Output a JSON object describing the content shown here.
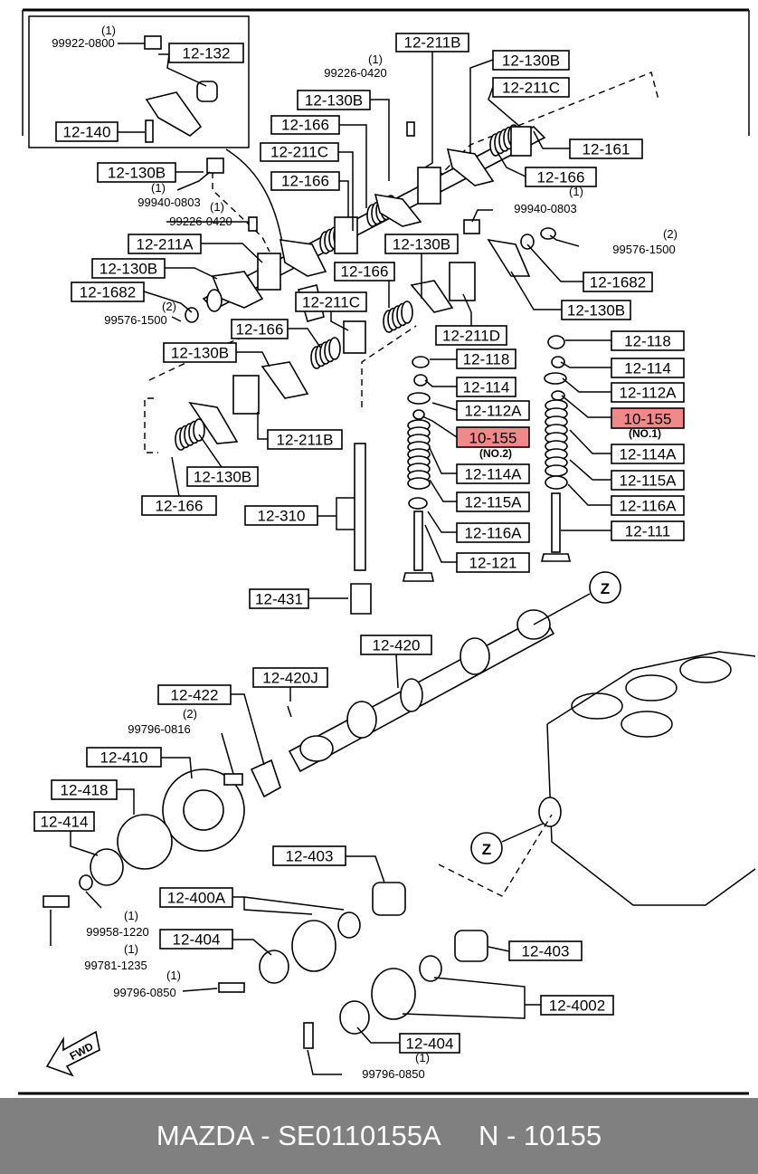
{
  "callouts": [
    {
      "id": "c1",
      "text": "12-132"
    },
    {
      "id": "c2",
      "text": "12-140"
    },
    {
      "id": "c3",
      "text": "12-130B"
    },
    {
      "id": "c4",
      "text": "12-211B"
    },
    {
      "id": "c5",
      "text": "12-130B"
    },
    {
      "id": "c6",
      "text": "12-211C"
    },
    {
      "id": "c7",
      "text": "12-130B"
    },
    {
      "id": "c8",
      "text": "12-166"
    },
    {
      "id": "c9",
      "text": "12-211C"
    },
    {
      "id": "c10",
      "text": "12-166"
    },
    {
      "id": "c11",
      "text": "12-161"
    },
    {
      "id": "c12",
      "text": "12-166"
    },
    {
      "id": "c13",
      "text": "12-211A"
    },
    {
      "id": "c14",
      "text": "12-130B"
    },
    {
      "id": "c15",
      "text": "12-1682"
    },
    {
      "id": "c16",
      "text": "12-130B"
    },
    {
      "id": "c17",
      "text": "12-166"
    },
    {
      "id": "c18",
      "text": "12-211C"
    },
    {
      "id": "c19",
      "text": "12-166"
    },
    {
      "id": "c20",
      "text": "12-1682"
    },
    {
      "id": "c21",
      "text": "12-130B"
    },
    {
      "id": "c22",
      "text": "12-211D"
    },
    {
      "id": "c23",
      "text": "12-130B"
    },
    {
      "id": "c24",
      "text": "12-118"
    },
    {
      "id": "c25",
      "text": "12-114"
    },
    {
      "id": "c26",
      "text": "12-112A"
    },
    {
      "id": "c27",
      "text": "10-155"
    },
    {
      "id": "c28",
      "text": "12-114A"
    },
    {
      "id": "c29",
      "text": "12-115A"
    },
    {
      "id": "c30",
      "text": "12-116A"
    },
    {
      "id": "c31",
      "text": "12-121"
    },
    {
      "id": "c32",
      "text": "12-118"
    },
    {
      "id": "c33",
      "text": "12-114"
    },
    {
      "id": "c34",
      "text": "12-112A"
    },
    {
      "id": "c35",
      "text": "10-155"
    },
    {
      "id": "c36",
      "text": "12-114A"
    },
    {
      "id": "c37",
      "text": "12-115A"
    },
    {
      "id": "c38",
      "text": "12-116A"
    },
    {
      "id": "c39",
      "text": "12-111"
    },
    {
      "id": "c40",
      "text": "12-211B"
    },
    {
      "id": "c41",
      "text": "12-130B"
    },
    {
      "id": "c42",
      "text": "12-166"
    },
    {
      "id": "c43",
      "text": "12-310"
    },
    {
      "id": "c44",
      "text": "12-431"
    },
    {
      "id": "c45",
      "text": "12-420"
    },
    {
      "id": "c46",
      "text": "12-420J"
    },
    {
      "id": "c47",
      "text": "12-422"
    },
    {
      "id": "c48",
      "text": "12-410"
    },
    {
      "id": "c49",
      "text": "12-418"
    },
    {
      "id": "c50",
      "text": "12-414"
    },
    {
      "id": "c51",
      "text": "12-403"
    },
    {
      "id": "c52",
      "text": "12-400A"
    },
    {
      "id": "c53",
      "text": "12-404"
    },
    {
      "id": "c54",
      "text": "12-403"
    },
    {
      "id": "c55",
      "text": "12-4002"
    },
    {
      "id": "c56",
      "text": "12-404"
    }
  ],
  "part_numbers": [
    {
      "id": "p1",
      "qty": "(1)",
      "text": "99922-0800"
    },
    {
      "id": "p2",
      "qty": "(1)",
      "text": "99226-0420"
    },
    {
      "id": "p3",
      "qty": "(1)",
      "text": "99940-0803"
    },
    {
      "id": "p4",
      "qty": "(1)",
      "text": "99226-0420"
    },
    {
      "id": "p5",
      "qty": "(1)",
      "text": "99940-0803"
    },
    {
      "id": "p6",
      "qty": "(2)",
      "text": "99576-1500"
    },
    {
      "id": "p7",
      "qty": "(2)",
      "text": "99576-1500"
    },
    {
      "id": "p8",
      "qty": "(2)",
      "text": "99796-0816"
    },
    {
      "id": "p9",
      "qty": "(1)",
      "text": "99958-1220"
    },
    {
      "id": "p10",
      "qty": "(1)",
      "text": "99781-1235"
    },
    {
      "id": "p11",
      "qty": "(1)",
      "text": "99796-0850"
    },
    {
      "id": "p12",
      "qty": "(1)",
      "text": "99796-0850"
    }
  ],
  "notes": {
    "no2": "(NO.2)",
    "no1": "(NO.1)"
  },
  "view_markers": {
    "z_top": "Z",
    "z_bottom": "Z"
  },
  "fwd_label": "FWD",
  "footer": "MAZDA - SE0110155A     N - 10155",
  "colors": {
    "highlight": "#f08a8a",
    "footer_bg": "#808080",
    "footer_text": "#ffffff"
  }
}
